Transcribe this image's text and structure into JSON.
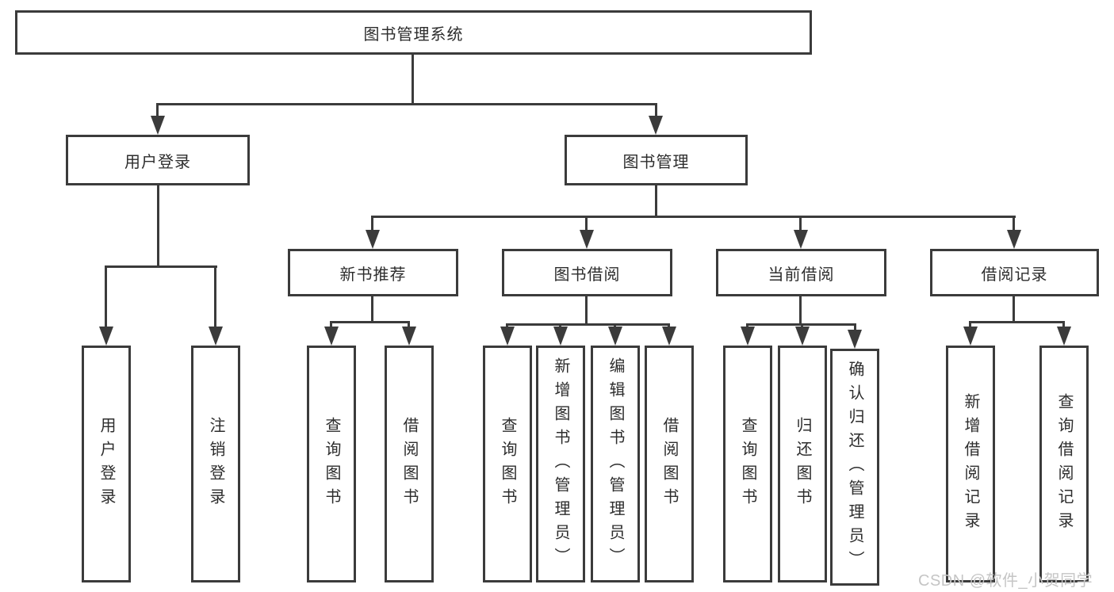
{
  "tree": {
    "root": "图书管理系统",
    "level2": [
      "用户登录",
      "图书管理"
    ],
    "level3": [
      "新书推荐",
      "图书借阅",
      "当前借阅",
      "借阅记录"
    ],
    "leaves": {
      "user_login": [
        "用户登录",
        "注销登录"
      ],
      "new_book_recommend": [
        "查询图书",
        "借阅图书"
      ],
      "book_borrow": [
        "查询图书",
        "新增图书（管理员）",
        "编辑图书（管理员）",
        "借阅图书"
      ],
      "current_borrow": [
        "查询图书",
        "归还图书",
        "确认归还（管理员）"
      ],
      "borrow_records": [
        "新增借阅记录",
        "查询借阅记录"
      ]
    }
  },
  "watermark": "CSDN @软件_小贺同学",
  "colors": {
    "line": "#3b3b3b",
    "text": "#2d2d2d",
    "watermark": "#c5c5c5",
    "background": "#ffffff"
  }
}
